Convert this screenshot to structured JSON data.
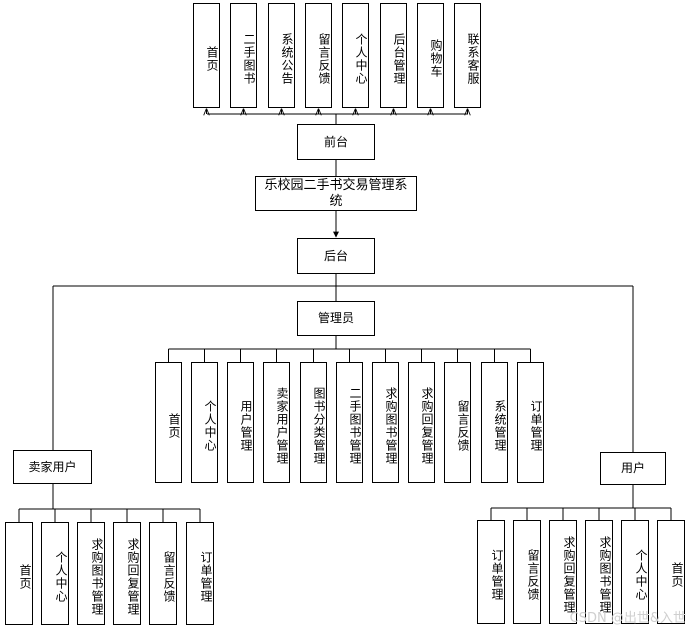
{
  "diagram": {
    "root": "乐校园二手书交易管理系统",
    "front": {
      "label": "前台",
      "items": [
        "首页",
        "二手图书",
        "系统公告",
        "留言反馈",
        "个人中心",
        "后台管理",
        "购物车",
        "联系客服"
      ]
    },
    "back": {
      "label": "后台",
      "admin": {
        "label": "管理员",
        "items": [
          "首页",
          "个人中心",
          "用户管理",
          "卖家用户管理",
          "图书分类管理",
          "二手图书管理",
          "求购图书管理",
          "求购回复管理",
          "留言反馈",
          "系统管理",
          "订单管理"
        ]
      },
      "seller": {
        "label": "卖家用户",
        "items": [
          "首页",
          "个人中心",
          "求购图书管理",
          "求购回复管理",
          "留言反馈",
          "订单管理"
        ]
      },
      "user": {
        "label": "用户",
        "items": [
          "订单管理",
          "留言反馈",
          "求购回复管理",
          "求购图书管理",
          "个人中心",
          "首页"
        ]
      }
    }
  },
  "watermark": "CSDN @出世&入世"
}
